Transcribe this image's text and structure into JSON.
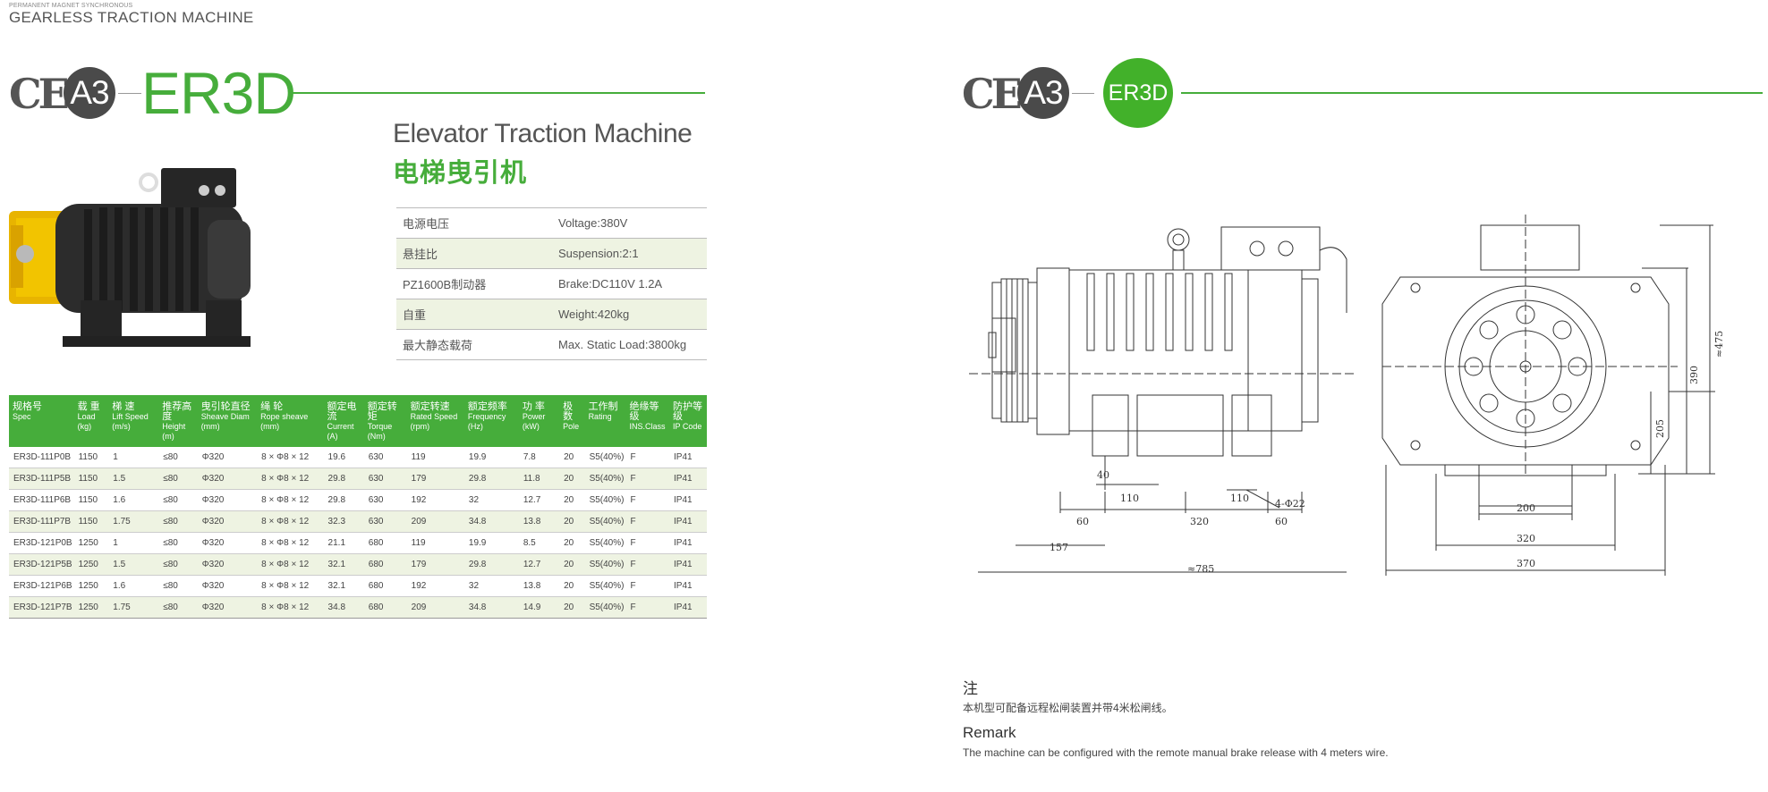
{
  "header": {
    "sub": "PERMANENT MAGNET SYNCHRONOUS",
    "title": "GEARLESS TRACTION MACHINE"
  },
  "badges": {
    "ce": "CE",
    "class": "A3",
    "model": "ER3D"
  },
  "product": {
    "title_en": "Elevator Traction Machine",
    "title_cn": "电梯曳引机"
  },
  "specs": [
    {
      "k": "电源电压",
      "v": "Voltage:380V"
    },
    {
      "k": "悬挂比",
      "v": "Suspension:2:1"
    },
    {
      "k": "PZ1600B制动器",
      "v": "Brake:DC110V 1.2A"
    },
    {
      "k": "自重",
      "v": "Weight:420kg"
    },
    {
      "k": "最大静态载荷",
      "v": "Max. Static Load:3800kg"
    }
  ],
  "table": {
    "headers": [
      {
        "cn": "规格号",
        "en": "Spec"
      },
      {
        "cn": "载 重",
        "en": "Load (kg)"
      },
      {
        "cn": "梯 速",
        "en": "Lift Speed (m/s)"
      },
      {
        "cn": "推荐高度",
        "en": "Height (m)"
      },
      {
        "cn": "曳引轮直径",
        "en": "Sheave Diam (mm)"
      },
      {
        "cn": "绳 轮",
        "en": "Rope sheave (mm)"
      },
      {
        "cn": "额定电流",
        "en": "Current (A)"
      },
      {
        "cn": "额定转矩",
        "en": "Torque (Nm)"
      },
      {
        "cn": "额定转速",
        "en": "Rated Speed (rpm)"
      },
      {
        "cn": "额定频率",
        "en": "Frequency (Hz)"
      },
      {
        "cn": "功 率",
        "en": "Power (kW)"
      },
      {
        "cn": "极 数",
        "en": "Pole"
      },
      {
        "cn": "工作制",
        "en": "Rating"
      },
      {
        "cn": "绝缘等级",
        "en": "INS.Class"
      },
      {
        "cn": "防护等级",
        "en": "IP Code"
      }
    ],
    "rows": [
      [
        "ER3D-111P0B",
        "1150",
        "1",
        "≤80",
        "Φ320",
        "8 × Φ8 × 12",
        "19.6",
        "630",
        "119",
        "19.9",
        "7.8",
        "20",
        "S5(40%)",
        "F",
        "IP41"
      ],
      [
        "ER3D-111P5B",
        "1150",
        "1.5",
        "≤80",
        "Φ320",
        "8 × Φ8 × 12",
        "29.8",
        "630",
        "179",
        "29.8",
        "11.8",
        "20",
        "S5(40%)",
        "F",
        "IP41"
      ],
      [
        "ER3D-111P6B",
        "1150",
        "1.6",
        "≤80",
        "Φ320",
        "8 × Φ8 × 12",
        "29.8",
        "630",
        "192",
        "32",
        "12.7",
        "20",
        "S5(40%)",
        "F",
        "IP41"
      ],
      [
        "ER3D-111P7B",
        "1150",
        "1.75",
        "≤80",
        "Φ320",
        "8 × Φ8 × 12",
        "32.3",
        "630",
        "209",
        "34.8",
        "13.8",
        "20",
        "S5(40%)",
        "F",
        "IP41"
      ],
      [
        "ER3D-121P0B",
        "1250",
        "1",
        "≤80",
        "Φ320",
        "8 × Φ8 × 12",
        "21.1",
        "680",
        "119",
        "19.9",
        "8.5",
        "20",
        "S5(40%)",
        "F",
        "IP41"
      ],
      [
        "ER3D-121P5B",
        "1250",
        "1.5",
        "≤80",
        "Φ320",
        "8 × Φ8 × 12",
        "32.1",
        "680",
        "179",
        "29.8",
        "12.7",
        "20",
        "S5(40%)",
        "F",
        "IP41"
      ],
      [
        "ER3D-121P6B",
        "1250",
        "1.6",
        "≤80",
        "Φ320",
        "8 × Φ8 × 12",
        "32.1",
        "680",
        "192",
        "32",
        "13.8",
        "20",
        "S5(40%)",
        "F",
        "IP41"
      ],
      [
        "ER3D-121P7B",
        "1250",
        "1.75",
        "≤80",
        "Φ320",
        "8 × Φ8 × 12",
        "34.8",
        "680",
        "209",
        "34.8",
        "14.9",
        "20",
        "S5(40%)",
        "F",
        "IP41"
      ]
    ]
  },
  "dims": {
    "side": {
      "d40": "40",
      "d110a": "110",
      "d60a": "60",
      "d320": "320",
      "d110b": "110",
      "d60b": "60",
      "holes": "4-Φ22",
      "d157": "157",
      "d785": "≈785"
    },
    "front": {
      "d475": "≈475",
      "d390": "390",
      "d205": "205",
      "d200": "200",
      "d320": "320",
      "d370": "370"
    }
  },
  "notes": {
    "cn_head": "注",
    "cn_text": "本机型可配备远程松闸装置并带4米松闸线。",
    "en_head": "Remark",
    "en_text": "The machine can be configured with the remote manual brake release with 4 meters wire."
  }
}
